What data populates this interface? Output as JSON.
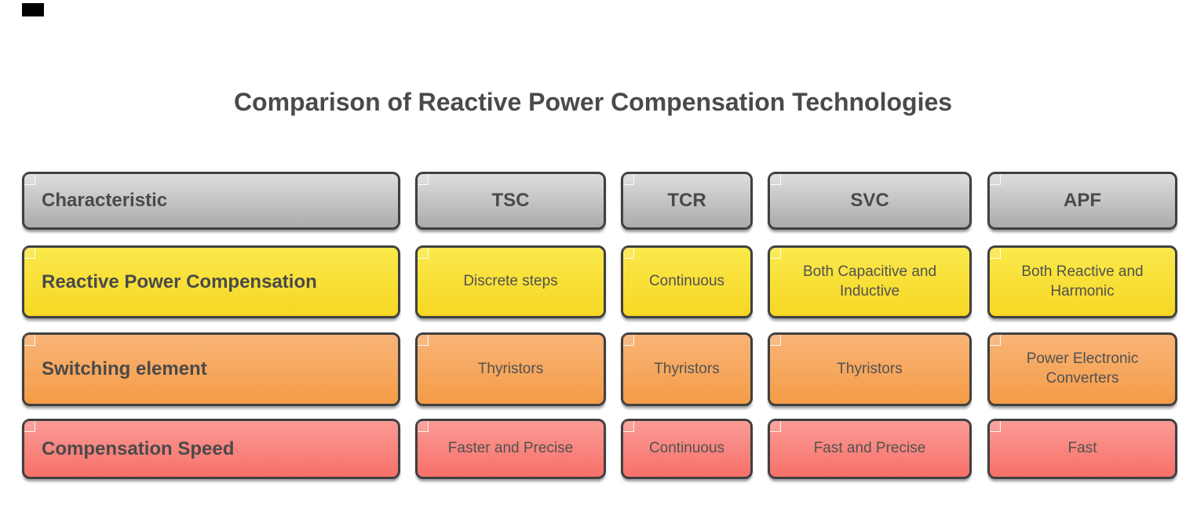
{
  "title": "Comparison of Reactive Power Compensation Technologies",
  "colors": {
    "mark": "#000000",
    "border": "#404040",
    "text": "#4a4a4a",
    "text_light": "#515151",
    "gray_top": "#dedede",
    "gray_bottom": "#ababab",
    "yellow_top": "#fbe94c",
    "yellow_bottom": "#f6d723",
    "orange_top": "#f9b477",
    "orange_bottom": "#f49c47",
    "red_top": "#fa9b94",
    "red_bottom": "#f7706a"
  },
  "table": {
    "header": [
      "Characteristic",
      "TSC",
      "TCR",
      "SVC",
      "APF"
    ],
    "rows": [
      {
        "label": "Reactive Power Compensation",
        "color": "yellow",
        "values": [
          "Discrete steps",
          "Continuous",
          "Both Capacitive and Inductive",
          "Both Reactive and Harmonic"
        ]
      },
      {
        "label": "Switching element",
        "color": "orange",
        "values": [
          "Thyristors",
          "Thyristors",
          "Thyristors",
          "Power Electronic Converters"
        ]
      },
      {
        "label": "Compensation Speed",
        "color": "red",
        "values": [
          "Faster and Precise",
          "Continuous",
          "Fast and Precise",
          "Fast"
        ]
      }
    ]
  }
}
